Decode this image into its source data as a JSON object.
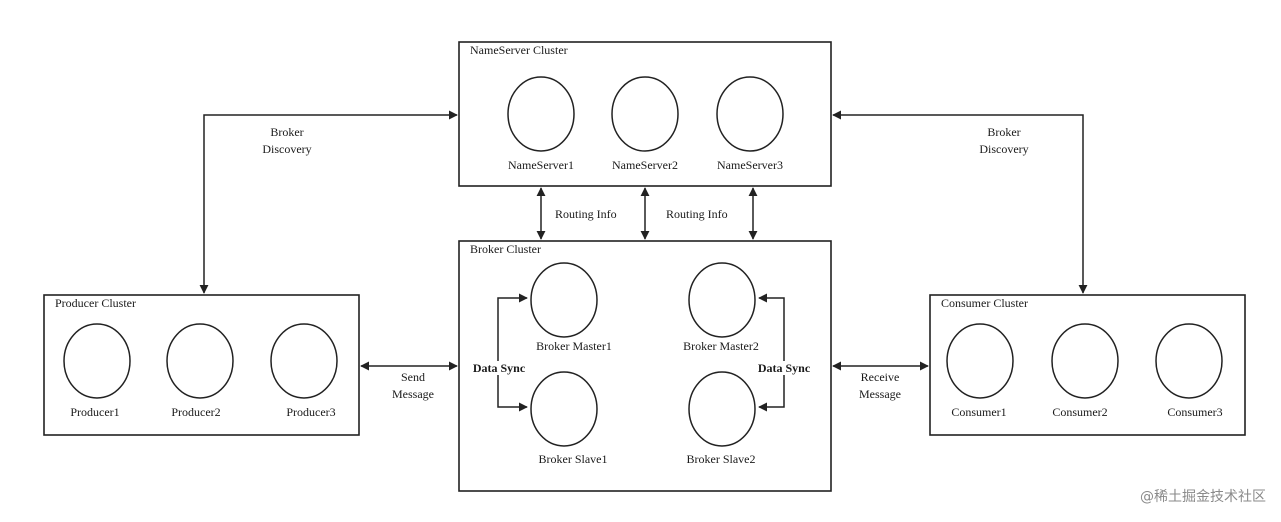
{
  "nameserver_cluster": {
    "title": "NameServer Cluster",
    "nodes": [
      "NameServer1",
      "NameServer2",
      "NameServer3"
    ]
  },
  "broker_cluster": {
    "title": "Broker Cluster",
    "masters": [
      "Broker Master1",
      "Broker Master2"
    ],
    "slaves": [
      "Broker Slave1",
      "Broker Slave2"
    ],
    "data_sync_label": "Data Sync"
  },
  "producer_cluster": {
    "title": "Producer Cluster",
    "nodes": [
      "Producer1",
      "Producer2",
      "Producer3"
    ]
  },
  "consumer_cluster": {
    "title": "Consumer Cluster",
    "nodes": [
      "Consumer1",
      "Consumer2",
      "Consumer3"
    ]
  },
  "connections": {
    "broker_discovery_left": [
      "Broker",
      "Discovery"
    ],
    "broker_discovery_right": [
      "Broker",
      "Discovery"
    ],
    "routing_info_1": "Routing Info",
    "routing_info_2": "Routing Info",
    "send_message": [
      "Send",
      "Message"
    ],
    "receive_message": [
      "Receive",
      "Message"
    ]
  },
  "watermark": "@稀土掘金技术社区"
}
